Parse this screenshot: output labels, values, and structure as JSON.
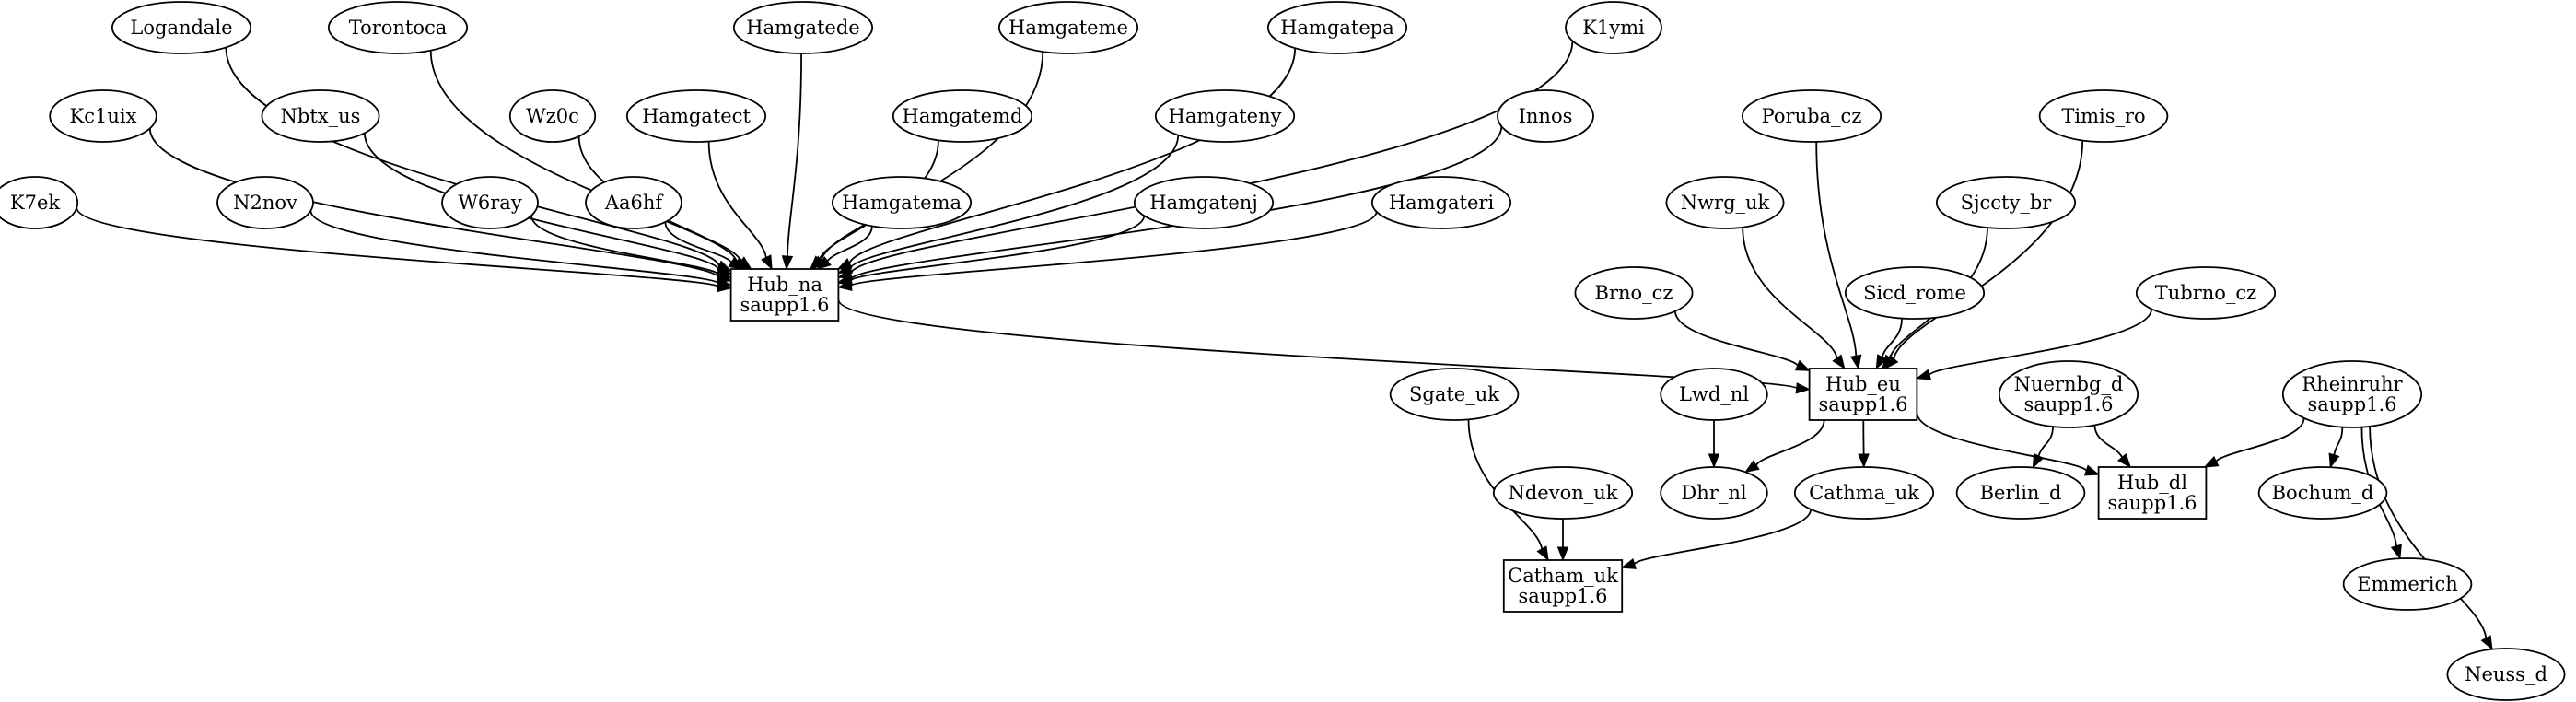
{
  "graph": {
    "nodes": [
      {
        "id": "logandale",
        "label": [
          "Logandale"
        ],
        "shape": "ellipse"
      },
      {
        "id": "torontoca",
        "label": [
          "Torontoca"
        ],
        "shape": "ellipse"
      },
      {
        "id": "hamgatede",
        "label": [
          "Hamgatede"
        ],
        "shape": "ellipse"
      },
      {
        "id": "hamgateme",
        "label": [
          "Hamgateme"
        ],
        "shape": "ellipse"
      },
      {
        "id": "hamgatepa",
        "label": [
          "Hamgatepa"
        ],
        "shape": "ellipse"
      },
      {
        "id": "k1ymi",
        "label": [
          "K1ymi"
        ],
        "shape": "ellipse"
      },
      {
        "id": "kc1uix",
        "label": [
          "Kc1uix"
        ],
        "shape": "ellipse"
      },
      {
        "id": "nbtx_us",
        "label": [
          "Nbtx_us"
        ],
        "shape": "ellipse"
      },
      {
        "id": "wz0c",
        "label": [
          "Wz0c"
        ],
        "shape": "ellipse"
      },
      {
        "id": "hamgatect",
        "label": [
          "Hamgatect"
        ],
        "shape": "ellipse"
      },
      {
        "id": "hamgatemd",
        "label": [
          "Hamgatemd"
        ],
        "shape": "ellipse"
      },
      {
        "id": "hamgateny",
        "label": [
          "Hamgateny"
        ],
        "shape": "ellipse"
      },
      {
        "id": "innos",
        "label": [
          "Innos"
        ],
        "shape": "ellipse"
      },
      {
        "id": "poruba_cz",
        "label": [
          "Poruba_cz"
        ],
        "shape": "ellipse"
      },
      {
        "id": "timis_ro",
        "label": [
          "Timis_ro"
        ],
        "shape": "ellipse"
      },
      {
        "id": "k7ek",
        "label": [
          "K7ek"
        ],
        "shape": "ellipse"
      },
      {
        "id": "n2nov",
        "label": [
          "N2nov"
        ],
        "shape": "ellipse"
      },
      {
        "id": "w6ray",
        "label": [
          "W6ray"
        ],
        "shape": "ellipse"
      },
      {
        "id": "aa6hf",
        "label": [
          "Aa6hf"
        ],
        "shape": "ellipse"
      },
      {
        "id": "hamgatema",
        "label": [
          "Hamgatema"
        ],
        "shape": "ellipse"
      },
      {
        "id": "hamgatenj",
        "label": [
          "Hamgatenj"
        ],
        "shape": "ellipse"
      },
      {
        "id": "hamgateri",
        "label": [
          "Hamgateri"
        ],
        "shape": "ellipse"
      },
      {
        "id": "nwrg_uk",
        "label": [
          "Nwrg_uk"
        ],
        "shape": "ellipse"
      },
      {
        "id": "sjccty_br",
        "label": [
          "Sjccty_br"
        ],
        "shape": "ellipse"
      },
      {
        "id": "hub_na",
        "label": [
          "Hub_na",
          "saupp1.6"
        ],
        "shape": "box"
      },
      {
        "id": "brno_cz",
        "label": [
          "Brno_cz"
        ],
        "shape": "ellipse"
      },
      {
        "id": "sicd_rome",
        "label": [
          "Sicd_rome"
        ],
        "shape": "ellipse"
      },
      {
        "id": "tubrno_cz",
        "label": [
          "Tubrno_cz"
        ],
        "shape": "ellipse"
      },
      {
        "id": "sgate_uk",
        "label": [
          "Sgate_uk"
        ],
        "shape": "ellipse"
      },
      {
        "id": "lwd_nl",
        "label": [
          "Lwd_nl"
        ],
        "shape": "ellipse"
      },
      {
        "id": "hub_eu",
        "label": [
          "Hub_eu",
          "saupp1.6"
        ],
        "shape": "box"
      },
      {
        "id": "nuernbg_d",
        "label": [
          "Nuernbg_d",
          "saupp1.6"
        ],
        "shape": "ellipse"
      },
      {
        "id": "rheinruhr",
        "label": [
          "Rheinruhr",
          "saupp1.6"
        ],
        "shape": "ellipse"
      },
      {
        "id": "ndevon_uk",
        "label": [
          "Ndevon_uk"
        ],
        "shape": "ellipse"
      },
      {
        "id": "dhr_nl",
        "label": [
          "Dhr_nl"
        ],
        "shape": "ellipse"
      },
      {
        "id": "cathma_uk",
        "label": [
          "Cathma_uk"
        ],
        "shape": "ellipse"
      },
      {
        "id": "berlin_d",
        "label": [
          "Berlin_d"
        ],
        "shape": "ellipse"
      },
      {
        "id": "hub_dl",
        "label": [
          "Hub_dl",
          "saupp1.6"
        ],
        "shape": "box"
      },
      {
        "id": "bochum_d",
        "label": [
          "Bochum_d"
        ],
        "shape": "ellipse"
      },
      {
        "id": "catham_uk",
        "label": [
          "Catham_uk",
          "saupp1.6"
        ],
        "shape": "box"
      },
      {
        "id": "emmerich",
        "label": [
          "Emmerich"
        ],
        "shape": "ellipse"
      },
      {
        "id": "neuss_d",
        "label": [
          "Neuss_d"
        ],
        "shape": "ellipse"
      }
    ],
    "edges": [
      {
        "from": "k7ek",
        "to": "hub_na"
      },
      {
        "from": "kc1uix",
        "to": "hub_na"
      },
      {
        "from": "logandale",
        "to": "hub_na"
      },
      {
        "from": "n2nov",
        "to": "hub_na"
      },
      {
        "from": "nbtx_us",
        "to": "hub_na"
      },
      {
        "from": "torontoca",
        "to": "hub_na"
      },
      {
        "from": "w6ray",
        "to": "hub_na"
      },
      {
        "from": "wz0c",
        "to": "hub_na"
      },
      {
        "from": "aa6hf",
        "to": "hub_na"
      },
      {
        "from": "hamgatect",
        "to": "hub_na"
      },
      {
        "from": "hamgatede",
        "to": "hub_na"
      },
      {
        "from": "hamgatema",
        "to": "hub_na"
      },
      {
        "from": "hamgatemd",
        "to": "hub_na"
      },
      {
        "from": "hamgateme",
        "to": "hub_na"
      },
      {
        "from": "hamgatenj",
        "to": "hub_na"
      },
      {
        "from": "hamgateny",
        "to": "hub_na"
      },
      {
        "from": "hamgatepa",
        "to": "hub_na"
      },
      {
        "from": "hamgateri",
        "to": "hub_na"
      },
      {
        "from": "innos",
        "to": "hub_na"
      },
      {
        "from": "k1ymi",
        "to": "hub_na"
      },
      {
        "from": "hub_na",
        "to": "hub_eu"
      },
      {
        "from": "brno_cz",
        "to": "hub_eu"
      },
      {
        "from": "nwrg_uk",
        "to": "hub_eu"
      },
      {
        "from": "poruba_cz",
        "to": "hub_eu"
      },
      {
        "from": "sicd_rome",
        "to": "hub_eu"
      },
      {
        "from": "sjccty_br",
        "to": "hub_eu"
      },
      {
        "from": "timis_ro",
        "to": "hub_eu"
      },
      {
        "from": "tubrno_cz",
        "to": "hub_eu"
      },
      {
        "from": "hub_eu",
        "to": "dhr_nl"
      },
      {
        "from": "hub_eu",
        "to": "cathma_uk"
      },
      {
        "from": "hub_eu",
        "to": "hub_dl"
      },
      {
        "from": "lwd_nl",
        "to": "dhr_nl"
      },
      {
        "from": "nuernbg_d",
        "to": "berlin_d"
      },
      {
        "from": "nuernbg_d",
        "to": "hub_dl"
      },
      {
        "from": "rheinruhr",
        "to": "hub_dl"
      },
      {
        "from": "rheinruhr",
        "to": "bochum_d"
      },
      {
        "from": "rheinruhr",
        "to": "emmerich"
      },
      {
        "from": "rheinruhr",
        "to": "neuss_d"
      },
      {
        "from": "sgate_uk",
        "to": "catham_uk"
      },
      {
        "from": "ndevon_uk",
        "to": "catham_uk"
      },
      {
        "from": "cathma_uk",
        "to": "catham_uk"
      }
    ]
  }
}
